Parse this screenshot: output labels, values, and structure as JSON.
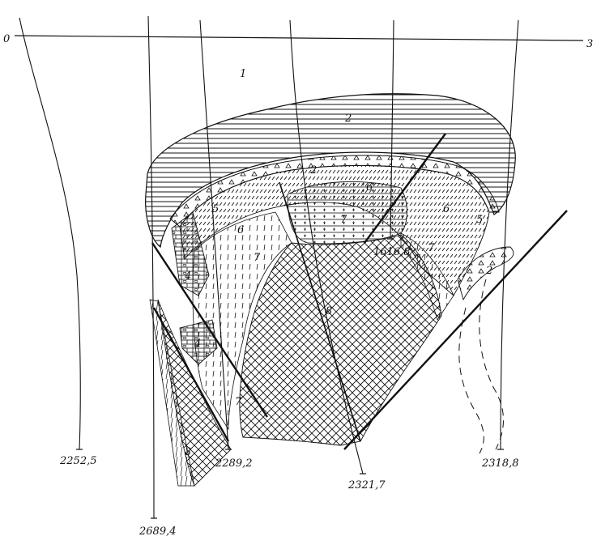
{
  "section_line": {
    "left_label": "0",
    "right_label": "3"
  },
  "wells": [
    {
      "id": "w1",
      "depth": "2252,5"
    },
    {
      "id": "w2",
      "depth": "2689,4"
    },
    {
      "id": "w3",
      "depth": "2289,2"
    },
    {
      "id": "w4",
      "depth": "2321,7"
    },
    {
      "id": "w5",
      "depth": "1616,8"
    },
    {
      "id": "w6",
      "depth": "2318,8"
    }
  ],
  "unit_labels": {
    "u1": "1",
    "u2_top": "2",
    "u2_mid": "2",
    "u2_right": "2",
    "u3": "3",
    "u4_upper": "4",
    "u4_lower": "4",
    "u5_left": "5",
    "u5_right": "5",
    "u6_left": "6",
    "u6_top": "6",
    "u6_right": "6",
    "u7_left": "7",
    "u7_center": "7",
    "u7_right": "7",
    "u7_bottom": "7",
    "u8": "8"
  },
  "colors": {
    "ink": "#111111",
    "paper": "#ffffff"
  }
}
